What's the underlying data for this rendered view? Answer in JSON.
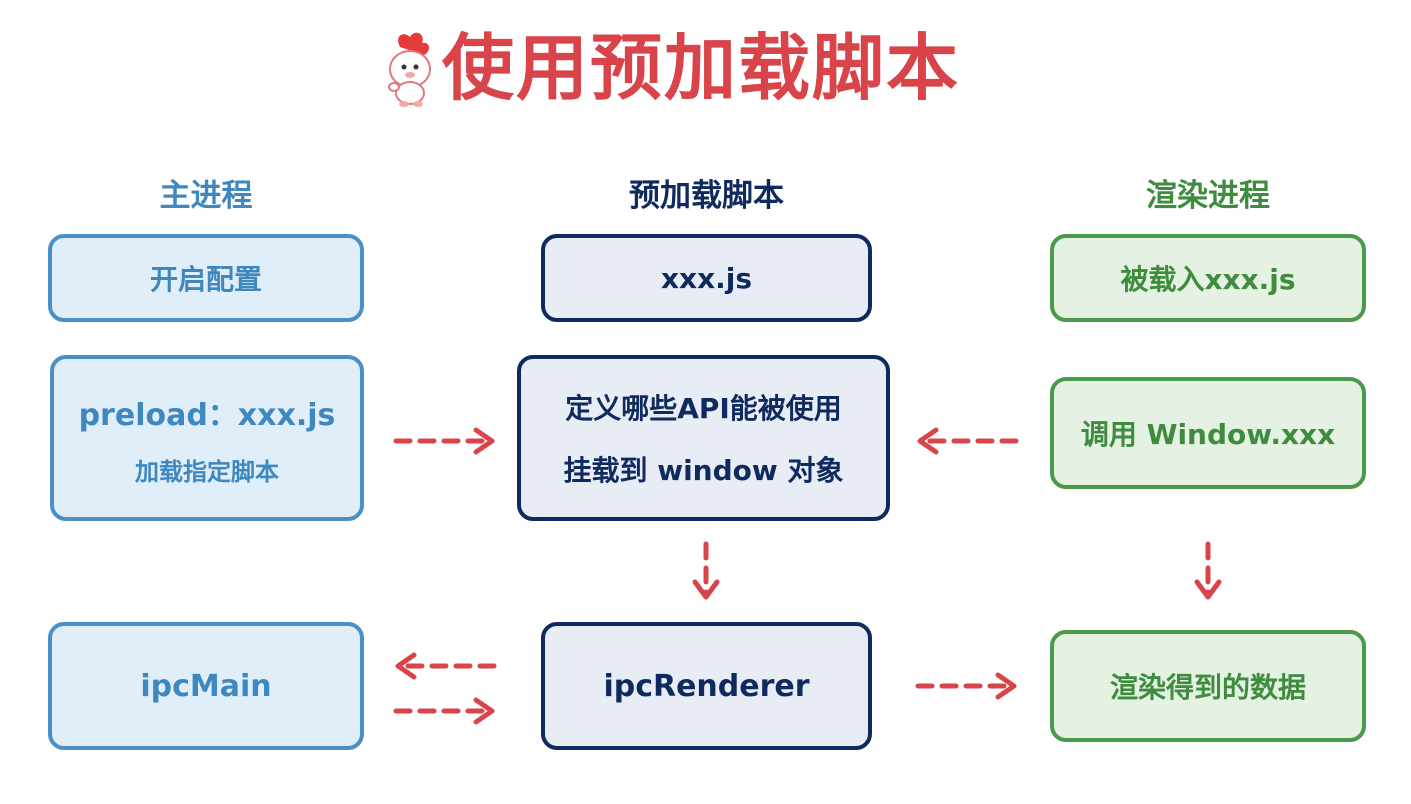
{
  "title": "使用预加载脚本",
  "columns": {
    "main": {
      "heading": "主进程",
      "color": "#3f88bf"
    },
    "preload": {
      "heading": "预加载脚本",
      "color": "#0f2a5e"
    },
    "renderer": {
      "heading": "渲染进程",
      "color": "#3e8c3e"
    }
  },
  "boxes": {
    "main_config": "开启配置",
    "main_preload_line1": "preload：xxx.js",
    "main_preload_line2": "加载指定脚本",
    "main_ipc": "ipcMain",
    "preload_file": "xxx.js",
    "preload_define_line1": "定义哪些API能被使用",
    "preload_define_line2": "挂载到 window 对象",
    "preload_ipc": "ipcRenderer",
    "renderer_loaded": "被载入xxx.js",
    "renderer_call": "调用 Window.xxx",
    "renderer_render": "渲染得到的数据"
  },
  "arrow_color": "#d9434a",
  "icons": {
    "mascot": "mascot-icon"
  }
}
